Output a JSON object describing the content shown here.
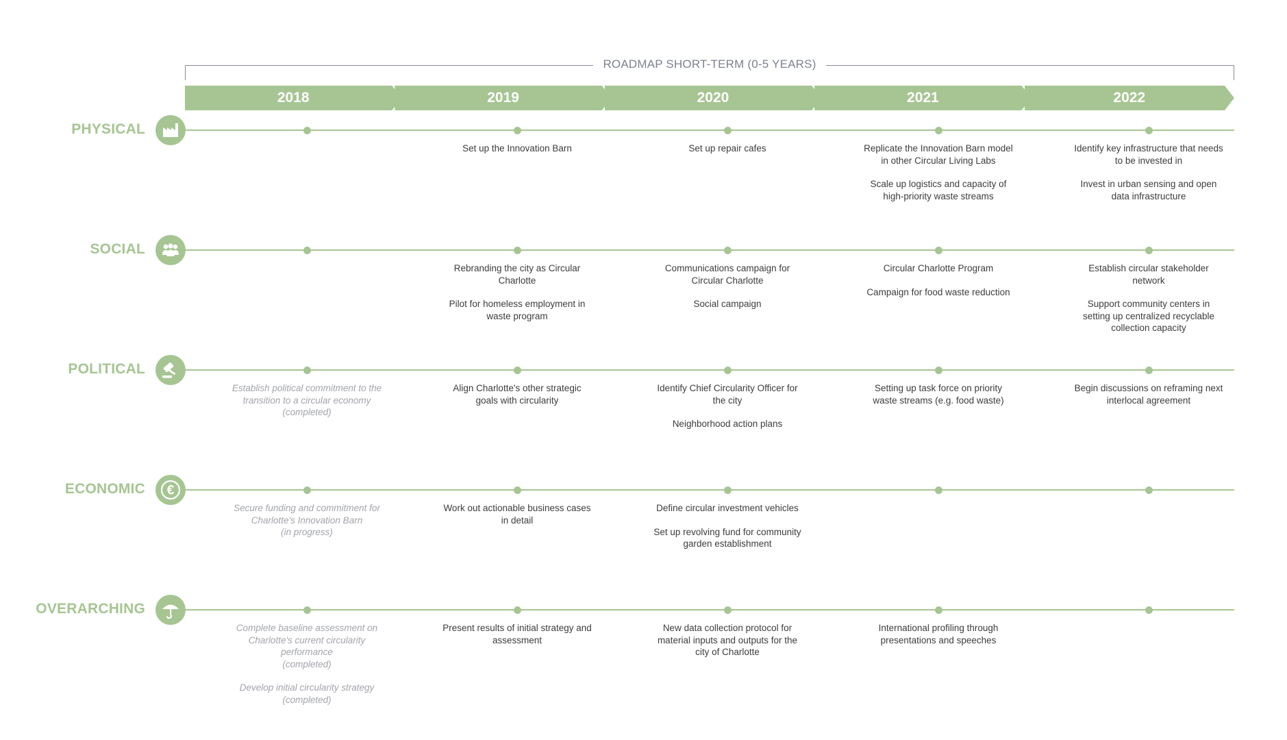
{
  "header": {
    "title": "ROADMAP SHORT-TERM (0-5 YEARS)"
  },
  "years": [
    "2018",
    "2019",
    "2020",
    "2021",
    "2022"
  ],
  "rows": [
    {
      "label": "PHYSICAL",
      "icon": "factory-icon",
      "cells": [
        [],
        [
          {
            "text": "Set up the Innovation Barn"
          }
        ],
        [
          {
            "text": "Set up repair cafes"
          }
        ],
        [
          {
            "text": "Replicate the Innovation Barn model in other Circular Living Labs"
          },
          {
            "text": "Scale up logistics and capacity of high-priority waste streams"
          }
        ],
        [
          {
            "text": "Identify key infrastructure that needs to be invested in"
          },
          {
            "text": "Invest in urban sensing and open data infrastructure"
          }
        ]
      ]
    },
    {
      "label": "SOCIAL",
      "icon": "people-icon",
      "cells": [
        [],
        [
          {
            "text": "Rebranding the city as Circular Charlotte"
          },
          {
            "text": "Pilot for homeless employment in waste program"
          }
        ],
        [
          {
            "text": "Communications campaign for Circular Charlotte"
          },
          {
            "text": "Social campaign"
          }
        ],
        [
          {
            "text": "Circular Charlotte Program"
          },
          {
            "text": "Campaign for food waste reduction"
          }
        ],
        [
          {
            "text": "Establish circular stakeholder network"
          },
          {
            "text": "Support community centers in setting up centralized recyclable collection capacity"
          }
        ]
      ]
    },
    {
      "label": "POLITICAL",
      "icon": "gavel-icon",
      "cells": [
        [
          {
            "text": "Establish political commitment to the transition to a circular economy\n(completed)",
            "muted": true
          }
        ],
        [
          {
            "text": "Align Charlotte's other strategic goals with circularity"
          }
        ],
        [
          {
            "text": "Identify Chief Circularity Officer for the city"
          },
          {
            "text": "Neighborhood action plans"
          }
        ],
        [
          {
            "text": "Setting up task force on priority waste streams (e.g. food waste)"
          }
        ],
        [
          {
            "text": "Begin discussions on reframing next interlocal agreement"
          }
        ]
      ]
    },
    {
      "label": "ECONOMIC",
      "icon": "euro-icon",
      "cells": [
        [
          {
            "text": "Secure funding and commitment for Charlotte's Innovation Barn\n(in progress)",
            "muted": true
          }
        ],
        [
          {
            "text": "Work out actionable business cases in detail"
          }
        ],
        [
          {
            "text": "Define circular investment vehicles"
          },
          {
            "text": "Set up revolving fund for community garden establishment"
          }
        ],
        [],
        []
      ]
    },
    {
      "label": "OVERARCHING",
      "icon": "umbrella-icon",
      "cells": [
        [
          {
            "text": "Complete baseline assessment on Charlotte's current circularity performance\n(completed)",
            "muted": true
          },
          {
            "text": "Develop initial circularity strategy\n(completed)",
            "muted": true
          }
        ],
        [
          {
            "text": "Present results of initial strategy and assessment"
          }
        ],
        [
          {
            "text": "New data collection protocol for material inputs and outputs for the city of Charlotte"
          }
        ],
        [
          {
            "text": "International profiling through presentations and speeches"
          }
        ],
        []
      ]
    }
  ],
  "colors": {
    "accent": "#a6c592",
    "muted_text": "#a2a4ab",
    "header_text": "#7d8190"
  }
}
